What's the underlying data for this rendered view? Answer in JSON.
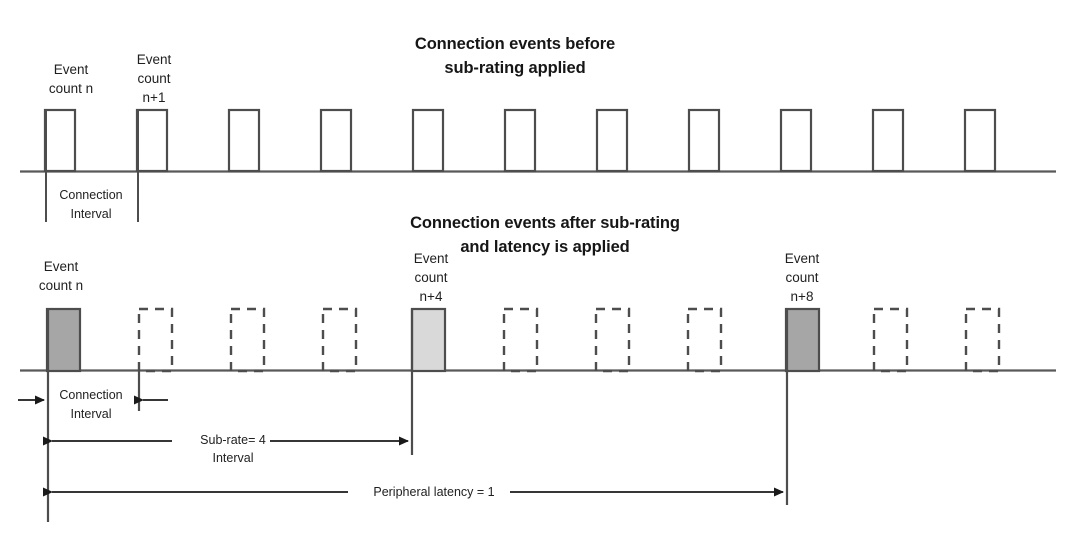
{
  "titles": {
    "top_line1": "Connection events before",
    "top_line2": "sub-rating applied",
    "bottom_line1": "Connection events after sub-rating",
    "bottom_line2": "and latency is applied"
  },
  "top_diagram": {
    "labels": [
      {
        "line1": "Event",
        "line2": "count n",
        "line3": ""
      },
      {
        "line1": "Event",
        "line2": "count",
        "line3": "n+1"
      }
    ],
    "connection_interval": {
      "line1": "Connection",
      "line2": "Interval"
    },
    "pulse_count": 11,
    "pulses": [
      {
        "index": 0,
        "style": "solid",
        "fill": "none"
      },
      {
        "index": 1,
        "style": "solid",
        "fill": "none"
      },
      {
        "index": 2,
        "style": "solid",
        "fill": "none"
      },
      {
        "index": 3,
        "style": "solid",
        "fill": "none"
      },
      {
        "index": 4,
        "style": "solid",
        "fill": "none"
      },
      {
        "index": 5,
        "style": "solid",
        "fill": "none"
      },
      {
        "index": 6,
        "style": "solid",
        "fill": "none"
      },
      {
        "index": 7,
        "style": "solid",
        "fill": "none"
      },
      {
        "index": 8,
        "style": "solid",
        "fill": "none"
      },
      {
        "index": 9,
        "style": "solid",
        "fill": "none"
      },
      {
        "index": 10,
        "style": "solid",
        "fill": "none"
      }
    ]
  },
  "bottom_diagram": {
    "labels": [
      {
        "line1": "Event",
        "line2": "count n",
        "line3": ""
      },
      {
        "line1": "Event",
        "line2": "count",
        "line3": "n+4"
      },
      {
        "line1": "Event",
        "line2": "count",
        "line3": "n+8"
      }
    ],
    "connection_interval": {
      "line1": "Connection",
      "line2": "Interval"
    },
    "sub_rate": {
      "line1": "Sub-rate= 4",
      "line2": "Interval"
    },
    "peripheral_latency": "Peripheral latency = 1",
    "pulse_count": 11,
    "pulses": [
      {
        "index": 0,
        "style": "solid",
        "fill": "dark"
      },
      {
        "index": 1,
        "style": "dashed",
        "fill": "none"
      },
      {
        "index": 2,
        "style": "dashed",
        "fill": "none"
      },
      {
        "index": 3,
        "style": "dashed",
        "fill": "none"
      },
      {
        "index": 4,
        "style": "solid",
        "fill": "light"
      },
      {
        "index": 5,
        "style": "dashed",
        "fill": "none"
      },
      {
        "index": 6,
        "style": "dashed",
        "fill": "none"
      },
      {
        "index": 7,
        "style": "dashed",
        "fill": "none"
      },
      {
        "index": 8,
        "style": "solid",
        "fill": "dark"
      },
      {
        "index": 9,
        "style": "dashed",
        "fill": "none"
      },
      {
        "index": 10,
        "style": "dashed",
        "fill": "none"
      }
    ]
  },
  "colors": {
    "stroke": "#4d4d4d",
    "axis": "#595959",
    "fill_dark": "#a6a6a6",
    "fill_light": "#d9d9d9",
    "text": "#1f1f1f",
    "background": "#ffffff"
  }
}
